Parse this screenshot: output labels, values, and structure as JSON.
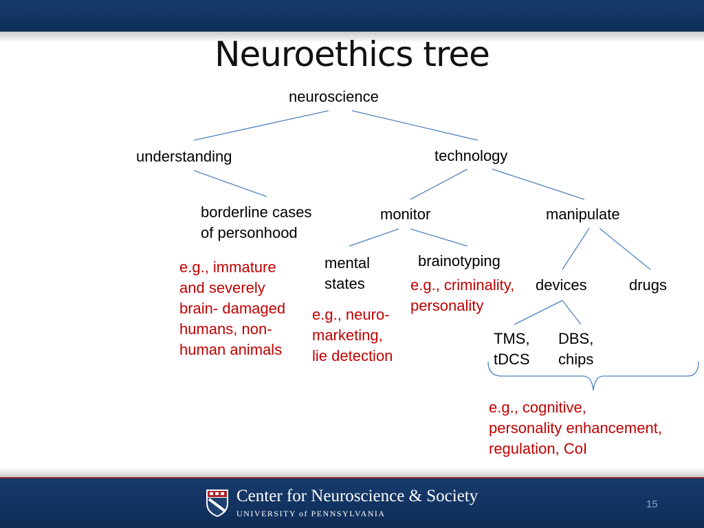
{
  "title": "Neuroethics tree",
  "nodes": {
    "root": "neuroscience",
    "understanding": "understanding",
    "technology": "technology",
    "borderline": "borderline cases\nof personhood",
    "monitor": "monitor",
    "manipulate": "manipulate",
    "mental_states": "mental\nstates",
    "brainotyping": "brainotyping",
    "devices": "devices",
    "drugs": "drugs",
    "tms": "TMS,\ntDCS",
    "dbs": "DBS,\nchips"
  },
  "examples": {
    "borderline": "e.g., immature\nand severely\nbrain- damaged\nhumans, non-\nhuman animals",
    "mental_states": "e.g., neuro-\nmarketing,\nlie detection",
    "brainotyping": "e.g., criminality,\npersonality",
    "devices": "e.g., cognitive,\npersonality enhancement,\nregulation, CoI"
  },
  "colors": {
    "connector": "#4f81bd",
    "example_text": "#c00000",
    "bar": "#173c6e"
  },
  "footer": {
    "org_name": "Center for Neuroscience & Society",
    "org_sub": "UNIVERSITY of PENNSYLVANIA",
    "page_number": "15"
  }
}
